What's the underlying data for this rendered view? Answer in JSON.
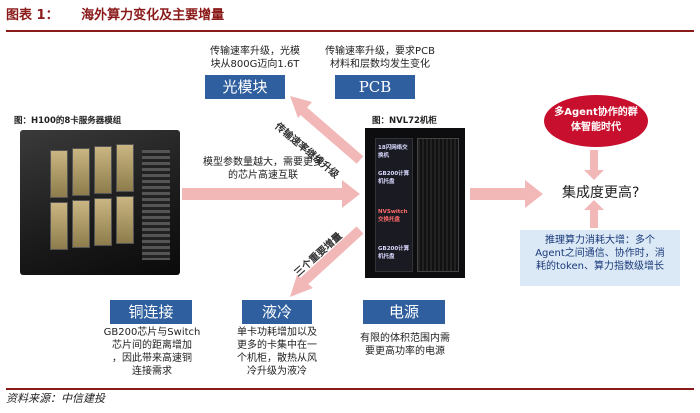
{
  "header": {
    "figure_label": "图表 1：",
    "title": "海外算力变化及主要增量"
  },
  "top_left": {
    "desc_line1": "传输速率升级，光模",
    "desc_line2": "块从800G迈向1.6T",
    "box_label": "光模块"
  },
  "top_right": {
    "desc_line1": "传输速率升级，要求PCB",
    "desc_line2": "材料和层数均发生变化",
    "box_label": "PCB"
  },
  "left_image": {
    "caption": "图：H100的8卡服务器模组"
  },
  "right_image": {
    "caption": "图：NVL72机柜",
    "rack_labels": [
      "18闪网络交换机",
      "GB200计算机托盘",
      "NVSwitch交换托盘",
      "GB200计算机托盘"
    ]
  },
  "middle": {
    "text_line1": "模型参数量越大，需要更多",
    "text_line2": "的芯片高速互联"
  },
  "diag_up_label": "传输速率继续升级",
  "diag_down_label": "三个重要增量",
  "result": {
    "text": "集成度更高?"
  },
  "agent_oval": {
    "line1": "多Agent协作的群",
    "line2": "体智能时代"
  },
  "agent_box": {
    "line1": "推理算力消耗大增：多个",
    "line2": "Agent之间通信、协作时，消",
    "line3": "耗的token、算力指数级增长"
  },
  "bottom": {
    "copper": {
      "label": "铜连接",
      "line1": "GB200芯片与Switch",
      "line2": "芯片间的距离增加",
      "line3": "，因此带来高速铜",
      "line4": "连接需求"
    },
    "liquid": {
      "label": "液冷",
      "line1": "单卡功耗增加以及",
      "line2": "更多的卡集中在一",
      "line3": "个机柜，散热从风",
      "line4": "冷升级为液冷"
    },
    "power": {
      "label": "电源",
      "line1": "有限的体积范围内需",
      "line2": "要更高功率的电源"
    }
  },
  "source": "资料来源：中信建投",
  "colors": {
    "accent": "#8b1a1a",
    "box_blue": "#2f5f9e",
    "arrow_pink": "#f2b8b8",
    "oval_red": "#c8102e"
  }
}
